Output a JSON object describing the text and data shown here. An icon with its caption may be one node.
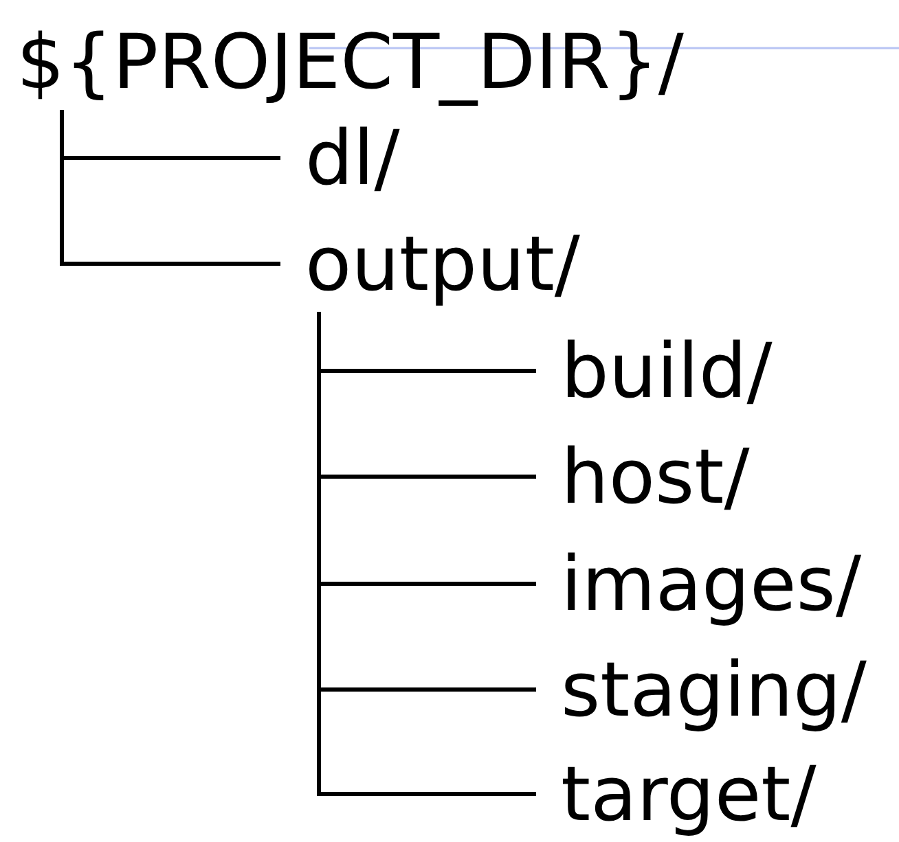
{
  "diagram": {
    "nodes": [
      {
        "text": [
          "${PROJECT_DIR}/"
        ]
      },
      {
        "text": [
          "dl/"
        ]
      },
      {
        "text": [
          "output/"
        ]
      },
      {
        "text": [
          "build/"
        ]
      },
      {
        "text": [
          "host/"
        ]
      },
      {
        "text": [
          "images/"
        ]
      },
      {
        "text": [
          "staging/"
        ]
      },
      {
        "text": [
          "target/"
        ]
      }
    ],
    "edges": [
      {
        "from": 0,
        "to": 1,
        "arrow": "none"
      },
      {
        "from": 0,
        "to": 2,
        "arrow": "none"
      },
      {
        "from": 2,
        "to": 3,
        "arrow": "none"
      },
      {
        "from": 2,
        "to": 4,
        "arrow": "none"
      },
      {
        "from": 2,
        "to": 5,
        "arrow": "none"
      },
      {
        "from": 2,
        "to": 6,
        "arrow": "none"
      },
      {
        "from": 2,
        "to": 7,
        "arrow": "none"
      }
    ]
  }
}
